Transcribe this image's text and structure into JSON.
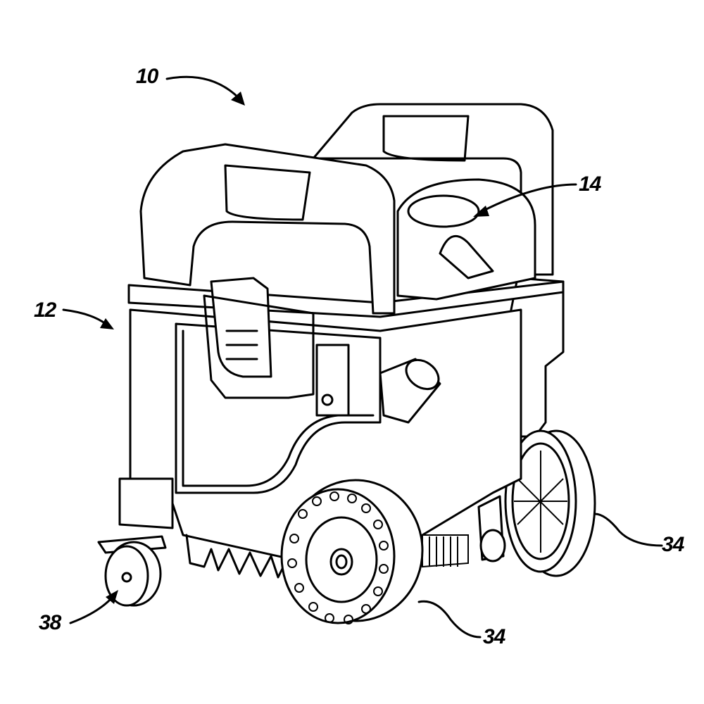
{
  "figure": {
    "reference_numerals": {
      "vacuum": "10",
      "body": "12",
      "motor_head": "14",
      "rear_wheel": "34",
      "front_wheel": "34",
      "caster": "38"
    }
  }
}
